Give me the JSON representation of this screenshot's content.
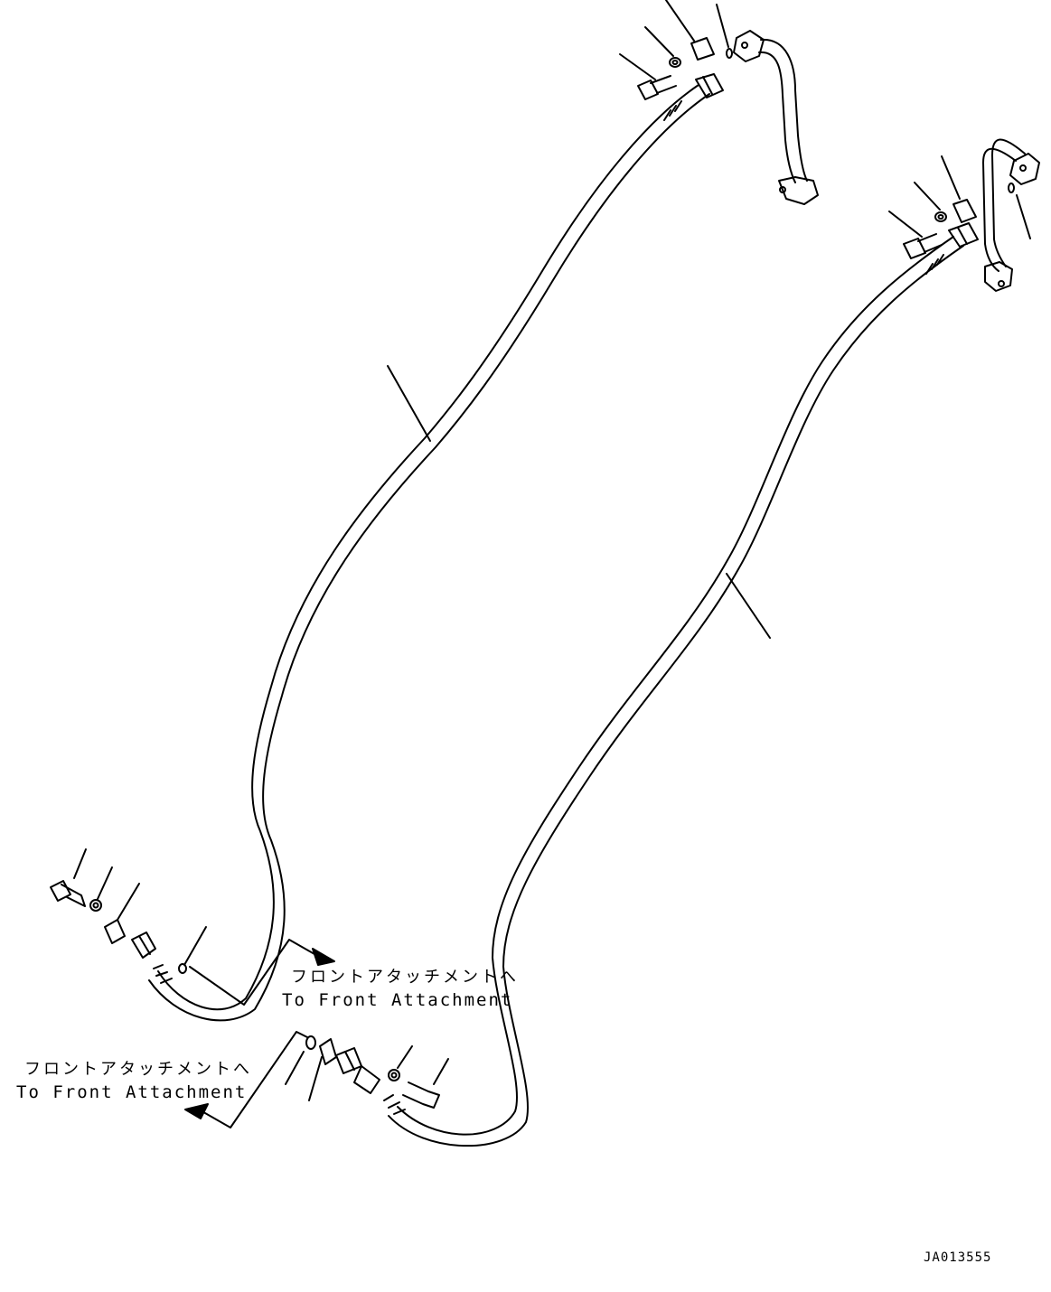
{
  "labels": {
    "callout_right_jp": "フロントアタッチメントへ",
    "callout_right_en": "To Front Attachment",
    "callout_left_jp": "フロントアタッチメントへ",
    "callout_left_en": "To Front Attachment",
    "drawing_code": "JA013555"
  },
  "colors": {
    "line": "#000000",
    "background": "#ffffff"
  }
}
